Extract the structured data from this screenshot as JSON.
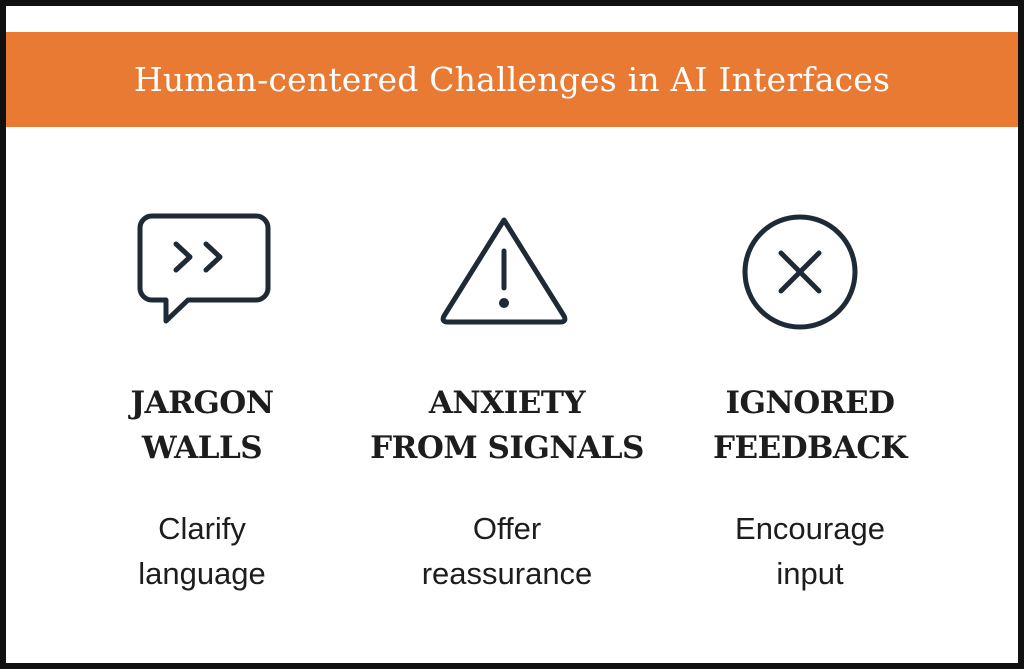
{
  "banner": {
    "title": "Human-centered Challenges in AI Interfaces",
    "color": "#e97a34"
  },
  "colors": {
    "text": "#1d1d1d",
    "icon_stroke": "#1e2a36",
    "border": "#111111"
  },
  "items": [
    {
      "icon": "chat-bubble-chevrons-icon",
      "heading_lines": [
        "JARGON",
        "WALLS"
      ],
      "sub_lines": [
        "Clarify",
        "language"
      ]
    },
    {
      "icon": "warning-triangle-icon",
      "heading_lines": [
        "ANXIETY",
        "FROM SIGNALS"
      ],
      "sub_lines": [
        "Offer",
        "reassurance"
      ]
    },
    {
      "icon": "circle-x-icon",
      "heading_lines": [
        "IGNORED",
        "FEEDBACK"
      ],
      "sub_lines": [
        "Encourage",
        "input"
      ]
    }
  ]
}
